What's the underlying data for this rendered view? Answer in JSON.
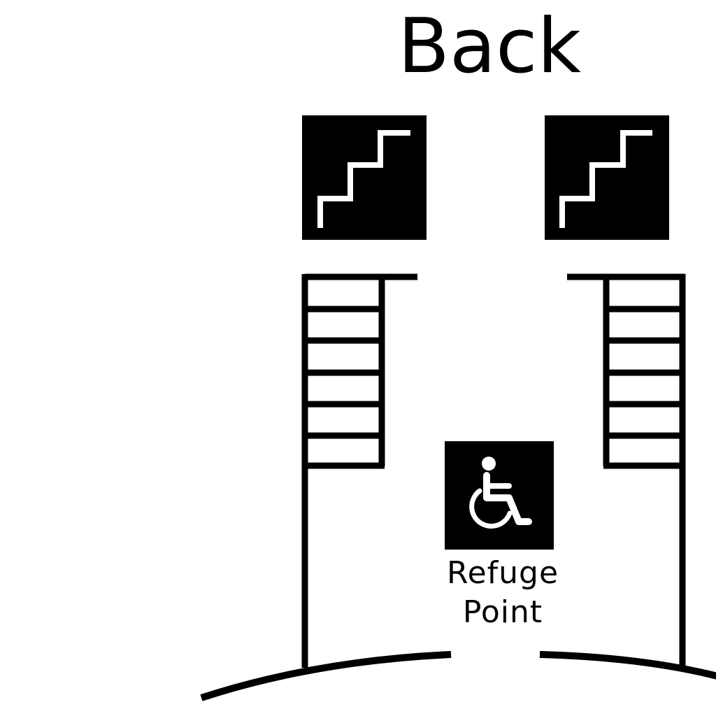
{
  "title": "Back",
  "refuge_sign": {
    "icon": "wheelchair-icon",
    "label_line1": "Refuge",
    "label_line2": "Point"
  },
  "stair_signs": [
    {
      "icon": "stairs-icon"
    },
    {
      "icon": "stairs-icon"
    }
  ],
  "colors": {
    "ink": "#000000",
    "background": "#ffffff"
  }
}
